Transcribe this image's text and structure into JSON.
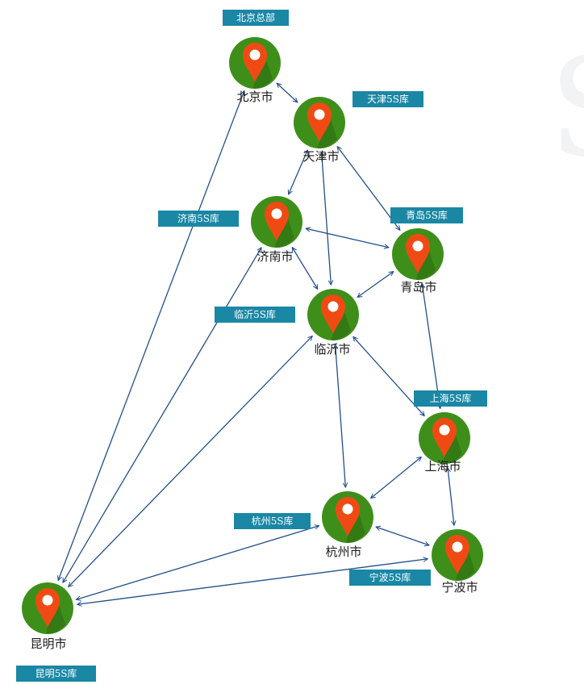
{
  "colors": {
    "edge": "#234f8a",
    "node_fill": "#3e8f1a",
    "node_shadow": "#2f7012",
    "pin": "#f04a14",
    "pin_hole": "#ffffff",
    "tag_bg": "#1a87a5",
    "tag_text": "#ffffff",
    "label_text": "#1a1a1a"
  },
  "icon": "map-pin-icon",
  "watermark": "S",
  "nodes": [
    {
      "id": "beijing",
      "label": "北京市",
      "tag": "北京总部"
    },
    {
      "id": "tianjin",
      "label": "天津市",
      "tag": "天津5S库"
    },
    {
      "id": "jinan",
      "label": "济南市",
      "tag": "济南5S库"
    },
    {
      "id": "qingdao",
      "label": "青岛市",
      "tag": "青岛5S库"
    },
    {
      "id": "linyi",
      "label": "临沂市",
      "tag": "临沂5S库"
    },
    {
      "id": "shanghai",
      "label": "上海市",
      "tag": "上海5S库"
    },
    {
      "id": "hangzhou",
      "label": "杭州市",
      "tag": "杭州5S库"
    },
    {
      "id": "ningbo",
      "label": "宁波市",
      "tag": "宁波5S库"
    },
    {
      "id": "kunming",
      "label": "昆明市",
      "tag": "昆明5S库"
    }
  ],
  "edges": [
    [
      "beijing",
      "tianjin"
    ],
    [
      "tianjin",
      "jinan"
    ],
    [
      "tianjin",
      "linyi"
    ],
    [
      "tianjin",
      "qingdao"
    ],
    [
      "jinan",
      "qingdao"
    ],
    [
      "jinan",
      "linyi"
    ],
    [
      "qingdao",
      "linyi"
    ],
    [
      "qingdao",
      "shanghai"
    ],
    [
      "linyi",
      "shanghai"
    ],
    [
      "linyi",
      "hangzhou"
    ],
    [
      "shanghai",
      "hangzhou"
    ],
    [
      "shanghai",
      "ningbo"
    ],
    [
      "hangzhou",
      "ningbo"
    ],
    [
      "kunming",
      "beijing"
    ],
    [
      "kunming",
      "jinan"
    ],
    [
      "kunming",
      "linyi"
    ],
    [
      "kunming",
      "hangzhou"
    ],
    [
      "kunming",
      "ningbo"
    ]
  ]
}
